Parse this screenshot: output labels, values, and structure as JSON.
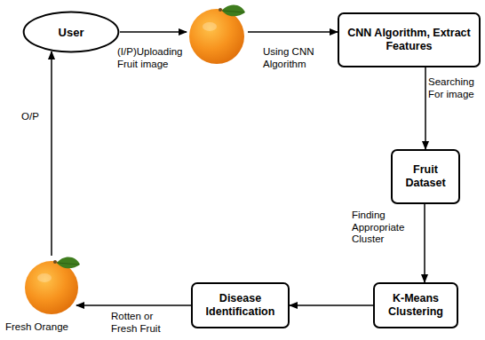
{
  "diagram": {
    "nodes": [
      {
        "text": [
          "User"
        ]
      },
      {
        "text": [
          "CNN Algorithm, Extract Features"
        ]
      },
      {
        "text": [
          "Fruit Dataset"
        ]
      },
      {
        "text": [
          "K-Means Clustering"
        ]
      },
      {
        "text": [
          "Disease Identification"
        ]
      }
    ],
    "edges": [
      {
        "from": 0,
        "to": 1,
        "arrow": "to"
      },
      {
        "from": 1,
        "to": 2,
        "arrow": "to"
      },
      {
        "from": 2,
        "to": 3,
        "arrow": "to"
      },
      {
        "from": 3,
        "to": 4,
        "arrow": "to"
      },
      {
        "from": 4,
        "to": 0,
        "arrow": "to"
      }
    ],
    "labels": [
      "(I/P)Uploading Fruit image",
      "Using CNN Algorithm",
      "Searching For image",
      "Finding Appropriate Cluster",
      "Rotten or Fresh Fruit",
      "Fresh Orange",
      "O/P"
    ]
  }
}
